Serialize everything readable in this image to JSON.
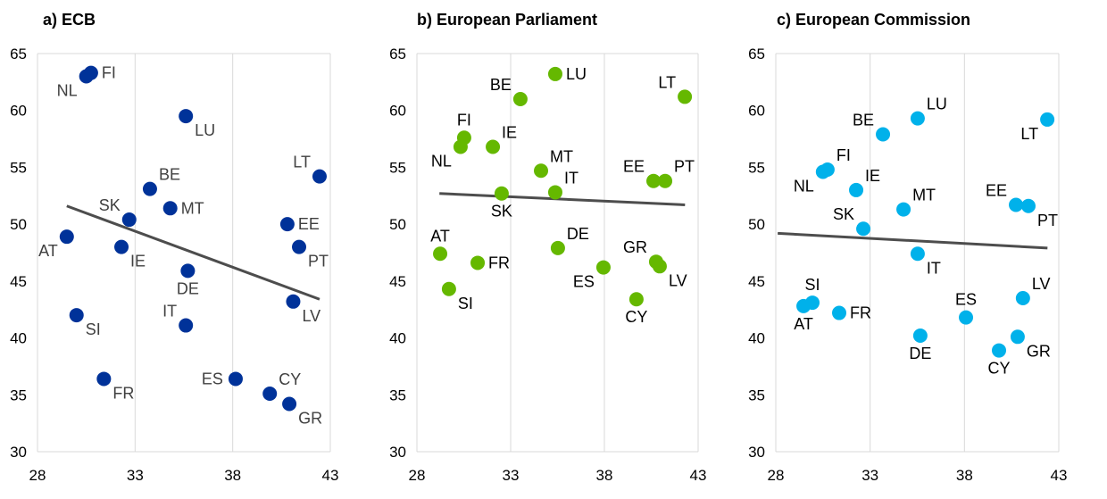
{
  "chart_data": [
    {
      "type": "scatter",
      "title": "a) ECB",
      "color": "#003299",
      "xlim": [
        28,
        43
      ],
      "ylim": [
        30,
        65
      ],
      "xticks": [
        28,
        33,
        38,
        43
      ],
      "yticks": [
        30,
        35,
        40,
        45,
        50,
        55,
        60,
        65
      ],
      "trendline": {
        "x": [
          29.5,
          42.45
        ],
        "y": [
          51.6,
          43.4
        ]
      },
      "points": [
        {
          "label": "FI",
          "x": 30.74,
          "y": 63.3,
          "pos": "r"
        },
        {
          "label": "NL",
          "x": 30.5,
          "y": 63.0,
          "pos": "bl"
        },
        {
          "label": "LU",
          "x": 35.6,
          "y": 59.5,
          "pos": "br"
        },
        {
          "label": "LT",
          "x": 42.45,
          "y": 54.2,
          "pos": "al"
        },
        {
          "label": "BE",
          "x": 33.76,
          "y": 53.1,
          "pos": "ar"
        },
        {
          "label": "MT",
          "x": 34.8,
          "y": 51.4,
          "pos": "r"
        },
        {
          "label": "SK",
          "x": 32.7,
          "y": 50.4,
          "pos": "al"
        },
        {
          "label": "EE",
          "x": 40.8,
          "y": 50.0,
          "pos": "r"
        },
        {
          "label": "AT",
          "x": 29.5,
          "y": 48.9,
          "pos": "bl"
        },
        {
          "label": "IE",
          "x": 32.3,
          "y": 48.0,
          "pos": "br"
        },
        {
          "label": "PT",
          "x": 41.4,
          "y": 48.0,
          "pos": "br"
        },
        {
          "label": "DE",
          "x": 35.7,
          "y": 45.9,
          "pos": "b"
        },
        {
          "label": "LV",
          "x": 41.1,
          "y": 43.2,
          "pos": "br"
        },
        {
          "label": "SI",
          "x": 30.0,
          "y": 42.0,
          "pos": "br"
        },
        {
          "label": "IT",
          "x": 35.6,
          "y": 41.1,
          "pos": "al"
        },
        {
          "label": "FR",
          "x": 31.4,
          "y": 36.4,
          "pos": "br"
        },
        {
          "label": "ES",
          "x": 38.15,
          "y": 36.4,
          "pos": "l"
        },
        {
          "label": "CY",
          "x": 39.9,
          "y": 35.1,
          "pos": "ar"
        },
        {
          "label": "GR",
          "x": 40.9,
          "y": 34.2,
          "pos": "br"
        }
      ]
    },
    {
      "type": "scatter",
      "title": "b) European Parliament",
      "color": "#65B800",
      "xlim": [
        28,
        43
      ],
      "ylim": [
        30,
        65
      ],
      "xticks": [
        28,
        33,
        38,
        43
      ],
      "yticks": [
        30,
        35,
        40,
        45,
        50,
        55,
        60,
        65
      ],
      "trendline": {
        "x": [
          29.2,
          42.3
        ],
        "y": [
          52.7,
          51.7
        ]
      },
      "points": [
        {
          "label": "LU",
          "x": 35.38,
          "y": 63.2,
          "pos": "r"
        },
        {
          "label": "LT",
          "x": 42.29,
          "y": 61.2,
          "pos": "al"
        },
        {
          "label": "BE",
          "x": 33.52,
          "y": 61.0,
          "pos": "al"
        },
        {
          "label": "FI",
          "x": 30.52,
          "y": 57.6,
          "pos": "a"
        },
        {
          "label": "NL",
          "x": 30.33,
          "y": 56.8,
          "pos": "bl"
        },
        {
          "label": "IE",
          "x": 32.05,
          "y": 56.8,
          "pos": "ar"
        },
        {
          "label": "MT",
          "x": 34.62,
          "y": 54.7,
          "pos": "ar"
        },
        {
          "label": "EE",
          "x": 40.62,
          "y": 53.8,
          "pos": "al"
        },
        {
          "label": "PT",
          "x": 41.24,
          "y": 53.8,
          "pos": "ar"
        },
        {
          "label": "SK",
          "x": 32.52,
          "y": 52.7,
          "pos": "b"
        },
        {
          "label": "IT",
          "x": 35.38,
          "y": 52.8,
          "pos": "ar"
        },
        {
          "label": "DE",
          "x": 35.52,
          "y": 47.9,
          "pos": "ar"
        },
        {
          "label": "AT",
          "x": 29.24,
          "y": 47.4,
          "pos": "a"
        },
        {
          "label": "FR",
          "x": 31.24,
          "y": 46.6,
          "pos": "r"
        },
        {
          "label": "ES",
          "x": 37.95,
          "y": 46.2,
          "pos": "bl"
        },
        {
          "label": "GR",
          "x": 40.76,
          "y": 46.7,
          "pos": "al"
        },
        {
          "label": "LV",
          "x": 40.95,
          "y": 46.3,
          "pos": "br"
        },
        {
          "label": "SI",
          "x": 29.71,
          "y": 44.3,
          "pos": "br"
        },
        {
          "label": "CY",
          "x": 39.71,
          "y": 43.4,
          "pos": "b"
        }
      ]
    },
    {
      "type": "scatter",
      "title": "c) European Commission",
      "color": "#00B1EA",
      "xlim": [
        28,
        43
      ],
      "ylim": [
        30,
        65
      ],
      "xticks": [
        28,
        33,
        38,
        43
      ],
      "yticks": [
        30,
        35,
        40,
        45,
        50,
        55,
        60,
        65
      ],
      "trendline": {
        "x": [
          28.1,
          42.4
        ],
        "y": [
          49.2,
          47.9
        ]
      },
      "points": [
        {
          "label": "LU",
          "x": 35.52,
          "y": 59.3,
          "pos": "ar"
        },
        {
          "label": "LT",
          "x": 42.39,
          "y": 59.2,
          "pos": "bl"
        },
        {
          "label": "BE",
          "x": 33.68,
          "y": 57.9,
          "pos": "al"
        },
        {
          "label": "FI",
          "x": 30.74,
          "y": 54.8,
          "pos": "ar"
        },
        {
          "label": "NL",
          "x": 30.5,
          "y": 54.6,
          "pos": "bl"
        },
        {
          "label": "IE",
          "x": 32.26,
          "y": 53.0,
          "pos": "ar"
        },
        {
          "label": "MT",
          "x": 34.77,
          "y": 51.3,
          "pos": "ar"
        },
        {
          "label": "EE",
          "x": 40.73,
          "y": 51.7,
          "pos": "al"
        },
        {
          "label": "PT",
          "x": 41.39,
          "y": 51.6,
          "pos": "br"
        },
        {
          "label": "SK",
          "x": 32.64,
          "y": 49.6,
          "pos": "al"
        },
        {
          "label": "IT",
          "x": 35.52,
          "y": 47.4,
          "pos": "br"
        },
        {
          "label": "LV",
          "x": 41.1,
          "y": 43.5,
          "pos": "ar"
        },
        {
          "label": "AT",
          "x": 29.47,
          "y": 42.8,
          "pos": "b"
        },
        {
          "label": "SI",
          "x": 29.94,
          "y": 43.1,
          "pos": "a"
        },
        {
          "label": "FR",
          "x": 31.36,
          "y": 42.2,
          "pos": "r"
        },
        {
          "label": "ES",
          "x": 38.08,
          "y": 41.8,
          "pos": "a"
        },
        {
          "label": "DE",
          "x": 35.66,
          "y": 40.2,
          "pos": "b"
        },
        {
          "label": "GR",
          "x": 40.82,
          "y": 40.1,
          "pos": "br"
        },
        {
          "label": "CY",
          "x": 39.83,
          "y": 38.9,
          "pos": "b"
        }
      ]
    }
  ]
}
